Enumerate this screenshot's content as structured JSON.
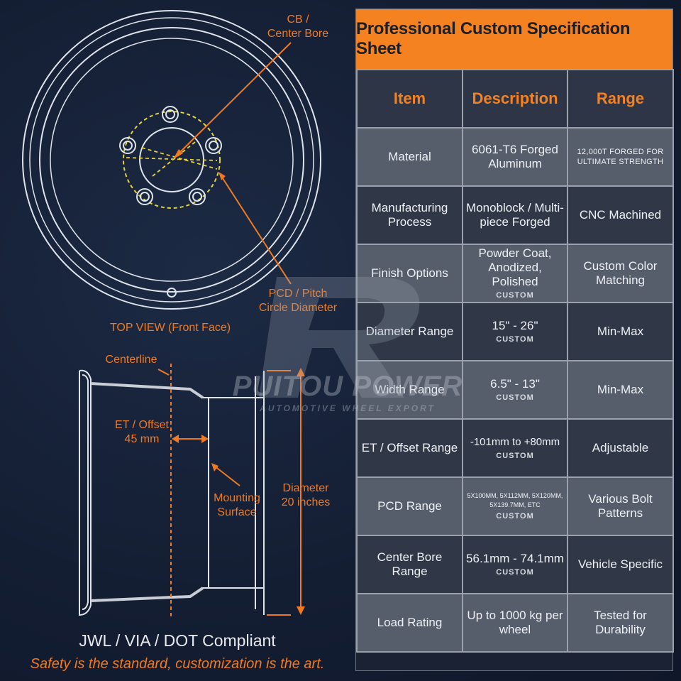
{
  "top_view": {
    "cb_label_1": "CB /",
    "cb_label_2": "Center Bore",
    "pcd_label_1": "PCD / Pitch",
    "pcd_label_2": "Circle Diameter",
    "caption": "TOP VIEW (Front Face)"
  },
  "side_view": {
    "centerline": "Centerline",
    "et_1": "ET / Offset",
    "et_2": "45 mm",
    "mount_1": "Mounting",
    "mount_2": "Surface",
    "dia_1": "Diameter",
    "dia_2": "20 inches"
  },
  "compliance": "JWL / VIA / DOT Compliant",
  "tagline": "Safety is the standard, customization is the art.",
  "watermark": {
    "brand": "PUITOU POWER",
    "sub": "AUTOMOTIVE WHEEL EXPORT"
  },
  "sheet": {
    "title": "Professional Custom Specification Sheet",
    "headers": [
      "Item",
      "Description",
      "Range"
    ],
    "rows": [
      {
        "item": "Material",
        "desc": "6061-T6 Forged Aluminum",
        "desc_sub": "",
        "range": "12,000T FORGED FOR ULTIMATE STRENGTH"
      },
      {
        "item": "Manufacturing Process",
        "desc": "Monoblock / Multi-piece Forged",
        "desc_sub": "",
        "range": "CNC Machined"
      },
      {
        "item": "Finish Options",
        "desc": "Powder Coat, Anodized, Polished",
        "desc_sub": "CUSTOM",
        "range": "Custom Color Matching"
      },
      {
        "item": "Diameter Range",
        "desc": "15\" - 26\"",
        "desc_sub": "CUSTOM",
        "range": "Min-Max"
      },
      {
        "item": "Width Range",
        "desc": "6.5\" - 13\"",
        "desc_sub": "CUSTOM",
        "range": "Min-Max"
      },
      {
        "item": "ET / Offset Range",
        "desc": "-101mm to +80mm",
        "desc_sub": "CUSTOM",
        "range": "Adjustable"
      },
      {
        "item": "PCD Range",
        "desc": "5X100MM, 5X112MM, 5X120MM, 5X139.7MM, ETC",
        "desc_sub": "CUSTOM",
        "range": "Various Bolt Patterns"
      },
      {
        "item": "Center Bore Range",
        "desc": "56.1mm - 74.1mm",
        "desc_sub": "CUSTOM",
        "range": "Vehicle Specific"
      },
      {
        "item": "Load Rating",
        "desc": "Up to 1000 kg per wheel",
        "desc_sub": "",
        "range": "Tested for Durability"
      }
    ]
  },
  "colors": {
    "accent": "#f58220",
    "background": "#141e33",
    "row_light": "#565e6c",
    "row_dark": "#303848",
    "dashed": "#e6d23a"
  }
}
